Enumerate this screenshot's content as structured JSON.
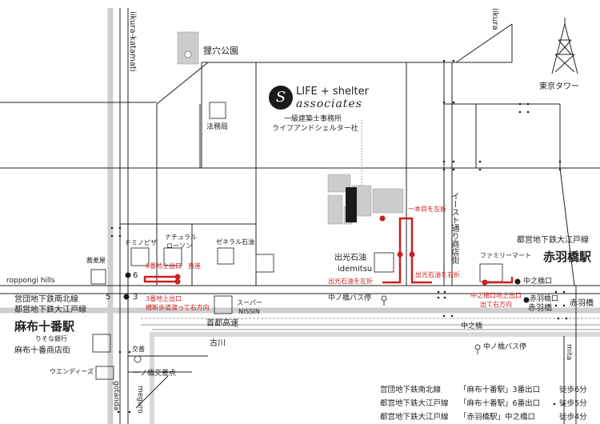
{
  "labels": {
    "katamati": "iikura-katamati",
    "iikura": "iikura",
    "park": "狸穴公園",
    "houmukyoku": "法務局",
    "logo_word": "LIFE + shelter",
    "logo_script": "associates",
    "logo_s": "S",
    "office_1": "一級建築士事務所",
    "office_2": "ライフアンドシェルター社",
    "tokyo_tower": "東京タワー",
    "iitome": "一本目を左折",
    "east_street": "イースト通り商店街",
    "oedo_line": "都営地下鉄大江戸線",
    "akabanebashi_station": "赤羽橋駅",
    "soba": "蕎麦屋",
    "domino": "ドミノピザ",
    "natural": "ナチュラル",
    "lawson": "ローソン",
    "general": "ゼネラル石油",
    "idemitsu_jp": "出光石油",
    "idemitsu_en": "idemitsu",
    "family": "ファミリーマート",
    "exit6": "6番地上出口",
    "straight": "直進",
    "idemitsu_left": "出光石油を左折",
    "idemitsu_right": "出光石油を右折",
    "roppongi": "roppongi hills",
    "n6": "6",
    "nakanohashi_exit": "中之橋口",
    "namboku": "営団地下鉄南北線",
    "oedo2": "都営地下鉄大江戸線",
    "azabu_station": "麻布十番駅",
    "exit3_a": "3番地上出口",
    "exit3_b": "横断歩道渡って右方向",
    "supermarket_a": "スーパー",
    "supermarket_b": "NISSIN",
    "bus_stop_1": "中ノ橋バス停",
    "nakanohashi_a": "中之橋口地上出口",
    "nakanohashi_b": "出て右方向",
    "akabanebashi_exit": "赤羽橋口",
    "akabanebashi": "赤羽橋",
    "n5": "5",
    "n3": "3",
    "shuto": "首都高速",
    "nakanohashi": "中之橋",
    "furukawa": "古川",
    "resona": "りそな銀行",
    "shotengai": "麻布十番商店街",
    "bus_stop_2": "中ノ橋バス停",
    "mita": "mita",
    "koban": "交番",
    "wendys": "ウエンディーズ",
    "ichinohashi": "一ノ橋交差点",
    "gotanda": "gotanda",
    "meguro": "meguro"
  },
  "access": [
    {
      "line": "営団地下鉄南北線",
      "station": "「麻布十番駅」3番出口",
      "time": "徒歩6分"
    },
    {
      "line": "都営地下鉄大江戸線",
      "station": "「麻布十番駅」6番出口",
      "time": "徒歩5分"
    },
    {
      "line": "都営地下鉄大江戸線",
      "station": "「赤羽橋駅」中之橋口",
      "time": "徒歩4分"
    }
  ],
  "colors": {
    "road": "#888888",
    "block": "#cccccc",
    "route": "#cc1f1f",
    "ink": "#1a1a1a"
  }
}
